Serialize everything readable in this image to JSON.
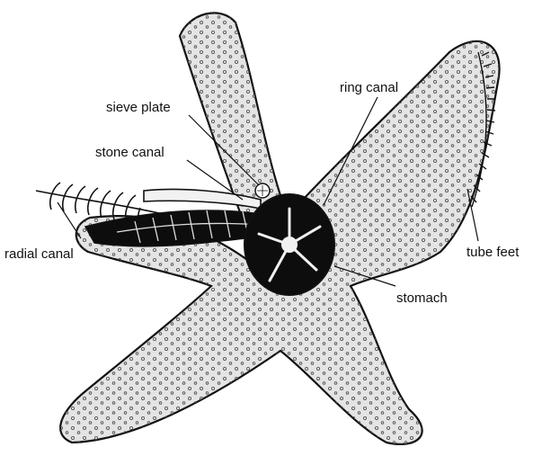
{
  "labels": {
    "sieve_plate": "sieve plate",
    "ring_canal": "ring canal",
    "stone_canal": "stone canal",
    "radial_canal": "radial canal",
    "tube_feet": "tube feet",
    "stomach": "stomach"
  },
  "colors": {
    "ink": "#111111",
    "body_fill": "#e4e4e4",
    "speckle": "#555555",
    "canal_fill": "#0d0d0d",
    "background": "#ffffff"
  }
}
